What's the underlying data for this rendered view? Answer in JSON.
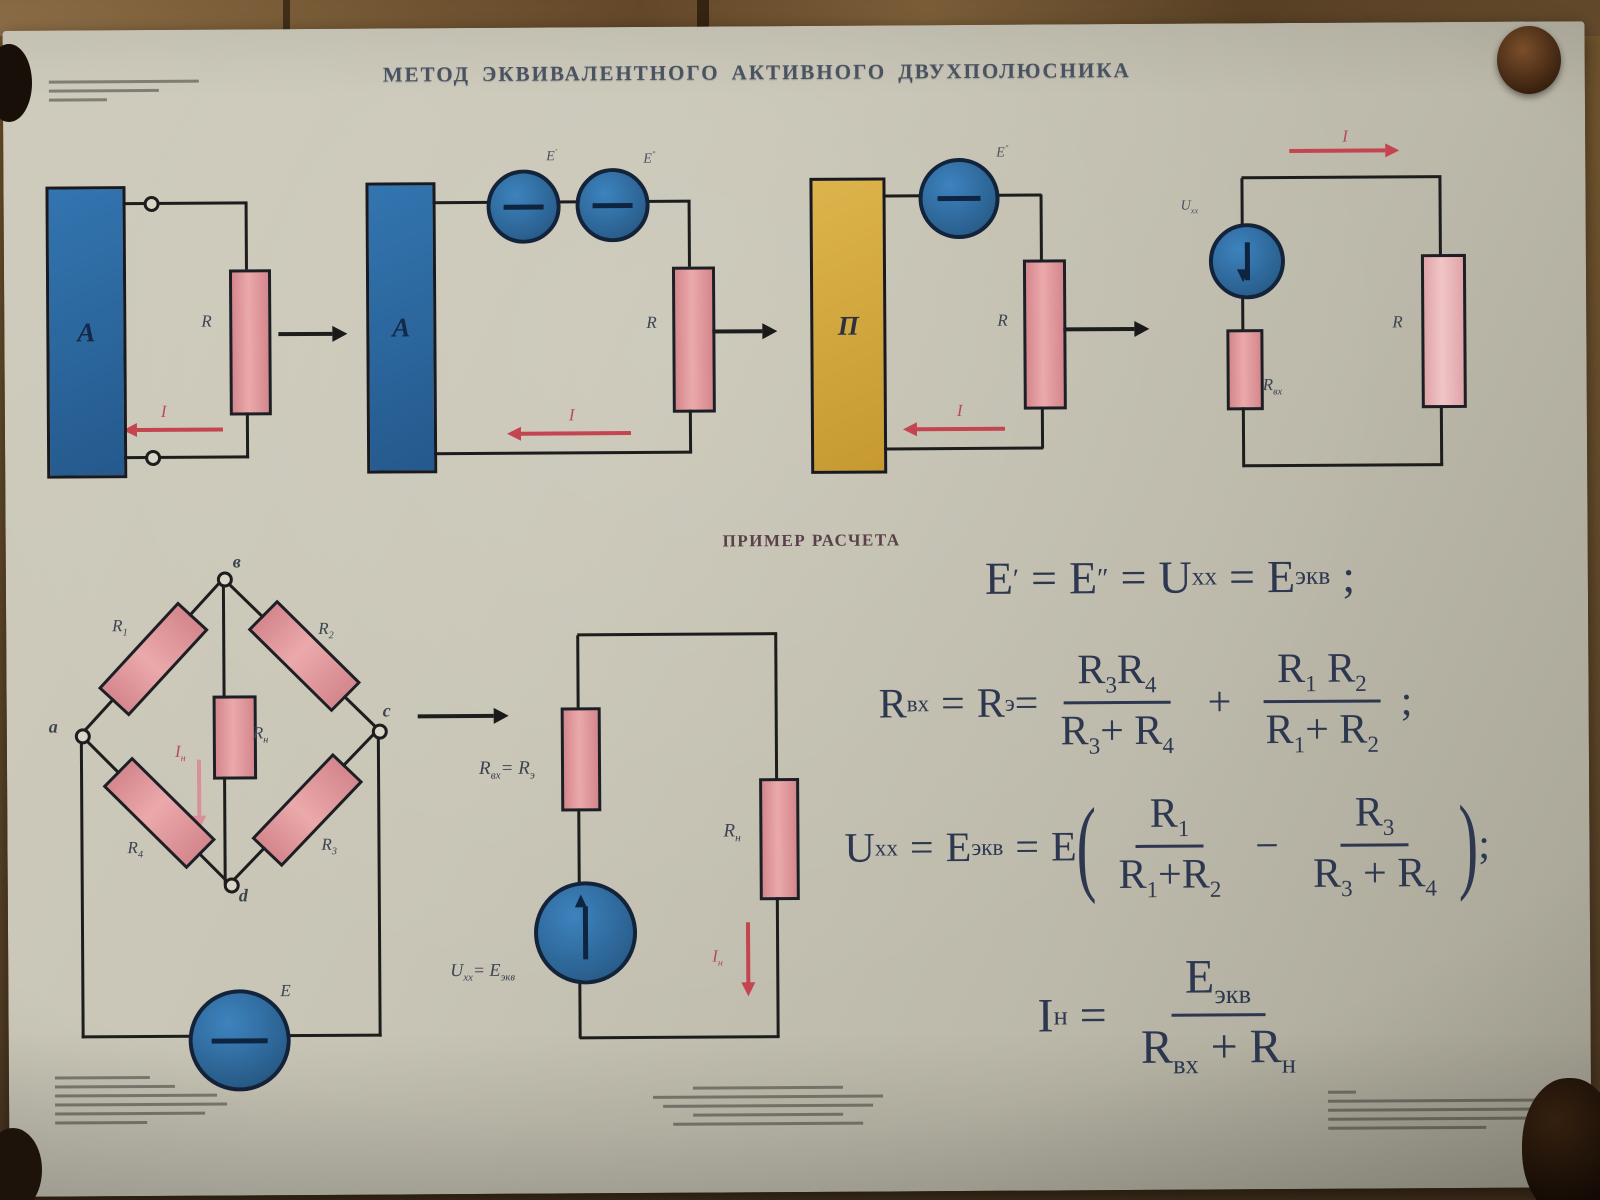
{
  "poster": {
    "title_words": [
      "МЕТОД",
      "ЭКВИВАЛЕНТНОГО",
      "АКТИВНОГО",
      "ДВУХПОЛЮСНИКА"
    ],
    "example_heading": "ПРИМЕР РАСЧЕТА"
  },
  "colors": {
    "active_box": "#2f6fa8",
    "passive_box": "#d5a93c",
    "resistor": "#e0989c",
    "source": "#2f6ca6",
    "current_arrow": "#c44450",
    "wire": "#1d1d1d",
    "formula_ink": "#2d3850",
    "poster_paper": "#c6c3b4"
  },
  "circuits": {
    "c1": {
      "box": "A",
      "r": "R",
      "i": "I"
    },
    "c2": {
      "box": "A",
      "e1": "E",
      "e1s": "′",
      "e2": "E",
      "e2s": "″",
      "r": "R",
      "i": "I"
    },
    "c3": {
      "box": "П",
      "e": "E",
      "es": "″",
      "r": "R",
      "i": "I"
    },
    "c4": {
      "u": "U",
      "us": "хх",
      "rin": "R",
      "rins": "вх",
      "r": "R",
      "i": "I"
    },
    "bridge": {
      "nt": "в",
      "nl": "a",
      "nr": "c",
      "nb": "d",
      "r1": "R",
      "r1s": "1",
      "r2": "R",
      "r2s": "2",
      "r3": "R",
      "r3s": "3",
      "r4": "R",
      "r4s": "4",
      "rn": "R",
      "rns": "н",
      "e": "E",
      "i": "I",
      "is": "н"
    },
    "equiv": {
      "rin": "R",
      "rins": "вх",
      "eq1": "= R",
      "eq1s": "э",
      "u": "U",
      "us": "хх",
      "eq2": "= E",
      "eq2s": "экв",
      "load": "R",
      "loads": "н",
      "i": "I",
      "is": "н"
    }
  },
  "formulas": {
    "f1": {
      "e1": "E",
      "e1s": "′",
      "eq1": "=",
      "e2": "E",
      "e2s": "″",
      "eq2": "=",
      "u": "U",
      "us": "хх",
      "eq3": "=",
      "e3": "E",
      "e3s": "экв",
      "end": ";"
    },
    "f2": {
      "l1": "R",
      "l1s": "вх",
      "eq1": "=",
      "l2": "R",
      "l2s": "э",
      "eq2": "=",
      "a1": "R",
      "a1s": "3",
      "a2": "R",
      "a2s": "4",
      "b1": "R",
      "b1s": "3",
      "bp": "+",
      "b2": "R",
      "b2s": "4",
      "plus": "+",
      "c1": "R",
      "c1s": "1",
      "c2": "R",
      "c2s": "2",
      "e1": "R",
      "e1s": "1",
      "ep": "+",
      "e2": "R",
      "e2s": "2",
      "end": ";"
    },
    "f3": {
      "u": "U",
      "us": "хх",
      "eq1": "=",
      "e1": "E",
      "e1s": "экв",
      "eq2": "=",
      "e2": "E",
      "n1": "R",
      "n1s": "1",
      "d1": "R",
      "d1s": "1",
      "dp": "+",
      "d2": "R",
      "d2s": "2",
      "minus": "−",
      "n2": "R",
      "n2s": "3",
      "d3": "R",
      "d3s": "3",
      "dp2": "+",
      "d4": "R",
      "d4s": "4",
      "end": ";"
    },
    "f4": {
      "i": "I",
      "is": "н",
      "eq": "=",
      "n": "E",
      "ns": "экв",
      "d1": "R",
      "d1s": "вх",
      "plus": "+",
      "d2": "R",
      "d2s": "н"
    }
  },
  "fine_print": {
    "legible": false,
    "top_left_lines": 3,
    "bottom_left_lines": 6,
    "bottom_center_lines": 5,
    "bottom_right_lines": 5
  }
}
